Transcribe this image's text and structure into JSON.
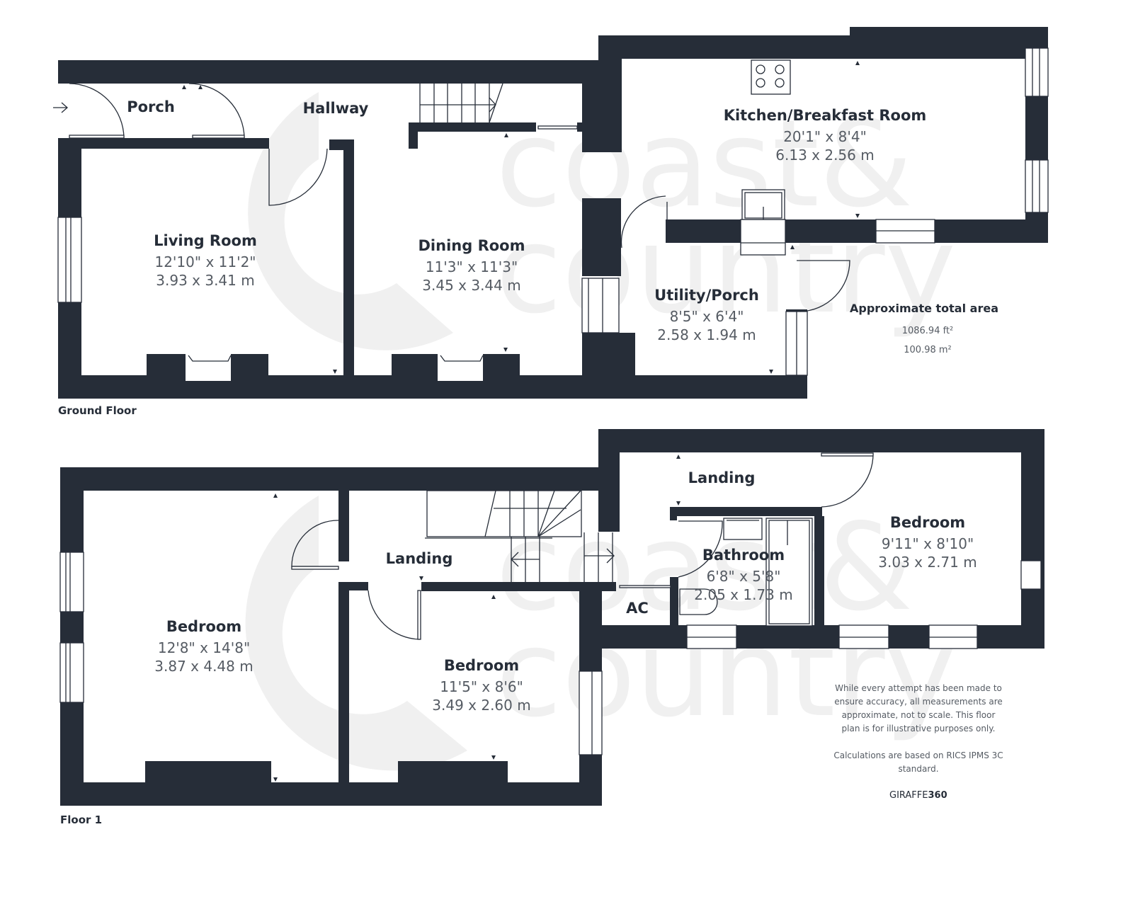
{
  "colors": {
    "wall": "#262d38",
    "text_dim": "#555b63",
    "watermark": "#f0f0f0"
  },
  "watermark": {
    "line1": "coast&",
    "line2": "country"
  },
  "ground_floor": {
    "label": "Ground Floor",
    "rooms": [
      {
        "name": "Porch"
      },
      {
        "name": "Hallway"
      },
      {
        "name": "Kitchen/Breakfast Room",
        "imperial": "20'1\" x 8'4\"",
        "metric": "6.13 x 2.56 m"
      },
      {
        "name": "Living Room",
        "imperial": "12'10\" x 11'2\"",
        "metric": "3.93 x 3.41 m"
      },
      {
        "name": "Dining Room",
        "imperial": "11'3\" x 11'3\"",
        "metric": "3.45 x 3.44 m"
      },
      {
        "name": "Utility/Porch",
        "imperial": "8'5\" x 6'4\"",
        "metric": "2.58 x 1.94 m"
      }
    ]
  },
  "floor_1": {
    "label": "Floor 1",
    "rooms": [
      {
        "name": "Landing"
      },
      {
        "name": "Bedroom",
        "imperial": "9'11\" x 8'10\"",
        "metric": "3.03 x 2.71 m"
      },
      {
        "name": "Landing"
      },
      {
        "name": "Bathroom",
        "imperial": "6'8\" x 5'8\"",
        "metric": "2.05 x 1.73 m"
      },
      {
        "name": "AC"
      },
      {
        "name": "Bedroom",
        "imperial": "12'8\" x 14'8\"",
        "metric": "3.87 x 4.48 m"
      },
      {
        "name": "Bedroom",
        "imperial": "11'5\" x 8'6\"",
        "metric": "3.49 x 2.60 m"
      }
    ]
  },
  "total_area": {
    "title": "Approximate total area",
    "imperial": "1086.94 ft²",
    "metric": "100.98 m²"
  },
  "disclaimer": {
    "lines": [
      "While every attempt has been made to",
      "ensure accuracy, all measurements are",
      "approximate, not to scale. This floor",
      "plan is for illustrative purposes only."
    ],
    "calc_lines": [
      "Calculations are based on RICS IPMS 3C",
      "standard."
    ]
  },
  "brand": {
    "part1": "GIRAFFE",
    "part2": "360"
  }
}
